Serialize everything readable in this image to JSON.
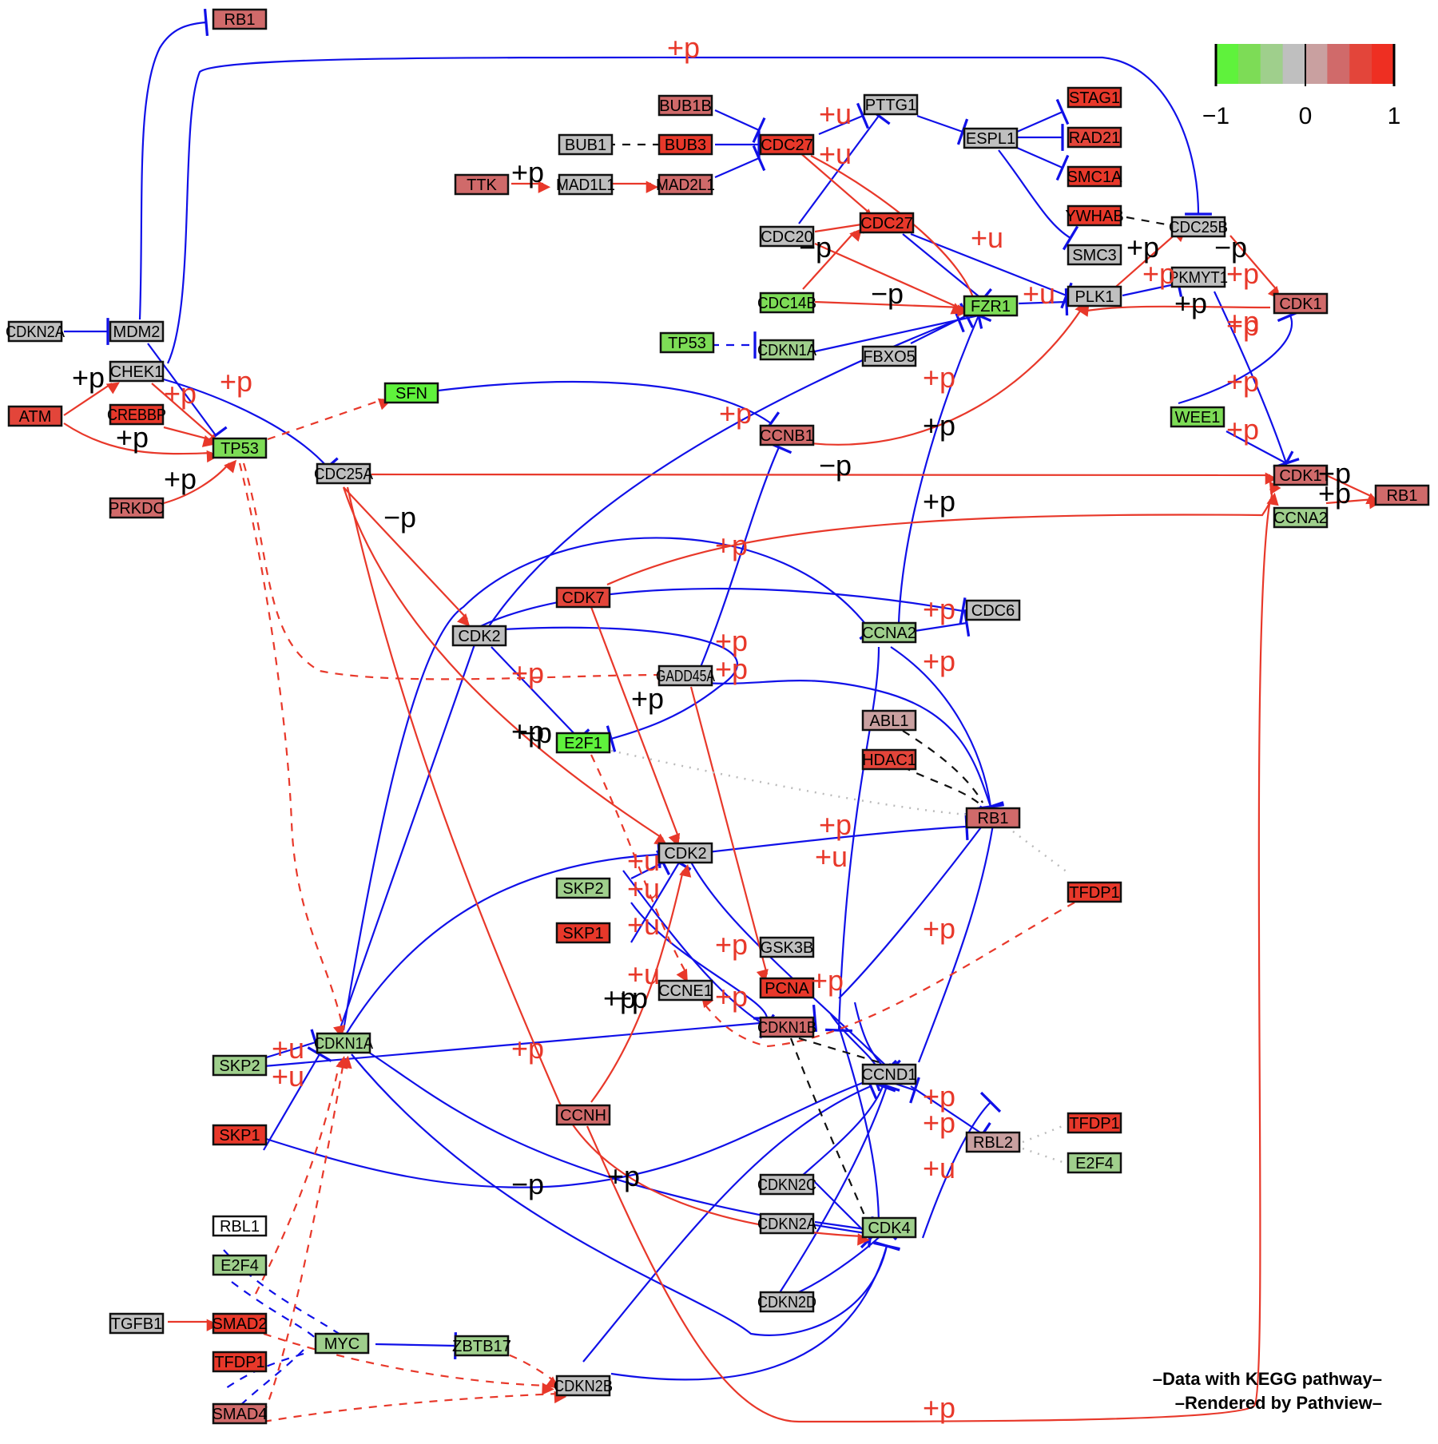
{
  "legend": {
    "ticks": [
      "−1",
      "0",
      "1"
    ],
    "range": [
      -1,
      1
    ],
    "colors": [
      "#5ff23c",
      "#7ddc56",
      "#9fcf8c",
      "#bfbfbf",
      "#c9a0a0",
      "#d06a6a",
      "#e3453a",
      "#ee2f22"
    ]
  },
  "footer": {
    "line1": "–Data with KEGG pathway–",
    "line2": "–Rendered  by  Pathview–"
  },
  "colors": {
    "activation": "#e8382a",
    "inhibition": "#1010e8",
    "binding": "#111111",
    "indirect": "#bbbbbb"
  },
  "nodes": [
    {
      "id": "RB1_top",
      "label": "RB1",
      "value": 0.55,
      "fill": "#d06a6a"
    },
    {
      "id": "BUB1B",
      "label": "BUB1B",
      "value": 0.55,
      "fill": "#d06a6a"
    },
    {
      "id": "BUB1",
      "label": "BUB1",
      "value": 0,
      "fill": "#bfbfbf"
    },
    {
      "id": "BUB3",
      "label": "BUB3",
      "value": 0.9,
      "fill": "#e8382a"
    },
    {
      "id": "TTK",
      "label": "TTK",
      "value": 0.55,
      "fill": "#d06a6a"
    },
    {
      "id": "MAD1L1",
      "label": "MAD1L1",
      "value": 0,
      "fill": "#bfbfbf"
    },
    {
      "id": "MAD2L1",
      "label": "MAD2L1",
      "value": 0.55,
      "fill": "#d06a6a"
    },
    {
      "id": "CDC27_a",
      "label": "CDC27",
      "value": 0.9,
      "fill": "#e8382a"
    },
    {
      "id": "PTTG1",
      "label": "PTTG1",
      "value": 0,
      "fill": "#bfbfbf"
    },
    {
      "id": "ESPL1",
      "label": "ESPL1",
      "value": 0,
      "fill": "#bfbfbf"
    },
    {
      "id": "STAG1",
      "label": "STAG1",
      "value": 0.9,
      "fill": "#e8382a"
    },
    {
      "id": "RAD21",
      "label": "RAD21",
      "value": 0.75,
      "fill": "#e3453a"
    },
    {
      "id": "SMC1A",
      "label": "SMC1A",
      "value": 0.9,
      "fill": "#e8382a"
    },
    {
      "id": "YWHAB",
      "label": "YWHAB",
      "value": 0.9,
      "fill": "#e8382a"
    },
    {
      "id": "CDC25B",
      "label": "CDC25B",
      "value": 0,
      "fill": "#bfbfbf"
    },
    {
      "id": "SMC3",
      "label": "SMC3",
      "value": 0,
      "fill": "#bfbfbf"
    },
    {
      "id": "CDC20",
      "label": "CDC20",
      "value": 0,
      "fill": "#bfbfbf"
    },
    {
      "id": "CDC27_b",
      "label": "CDC27",
      "value": 0.9,
      "fill": "#e8382a"
    },
    {
      "id": "CDC14B",
      "label": "CDC14B",
      "value": -0.6,
      "fill": "#7ddc56"
    },
    {
      "id": "FZR1",
      "label": "FZR1",
      "value": -0.6,
      "fill": "#7ddc56"
    },
    {
      "id": "PLK1",
      "label": "PLK1",
      "value": 0,
      "fill": "#bfbfbf"
    },
    {
      "id": "PKMYT1",
      "label": "PKMYT1",
      "value": 0,
      "fill": "#bfbfbf"
    },
    {
      "id": "CDK1_a",
      "label": "CDK1",
      "value": 0.55,
      "fill": "#d06a6a"
    },
    {
      "id": "TP53_a",
      "label": "TP53",
      "value": -0.6,
      "fill": "#7ddc56"
    },
    {
      "id": "CDKN1A_a",
      "label": "CDKN1A",
      "value": -0.3,
      "fill": "#9fcf8c"
    },
    {
      "id": "FBXO5",
      "label": "FBXO5",
      "value": 0,
      "fill": "#bfbfbf"
    },
    {
      "id": "CDKN2A_a",
      "label": "CDKN2A",
      "value": 0,
      "fill": "#bfbfbf"
    },
    {
      "id": "MDM2",
      "label": "MDM2",
      "value": 0,
      "fill": "#bfbfbf"
    },
    {
      "id": "CHEK1",
      "label": "CHEK1",
      "value": 0,
      "fill": "#bfbfbf"
    },
    {
      "id": "ATM",
      "label": "ATM",
      "value": 0.75,
      "fill": "#e3453a"
    },
    {
      "id": "CREBBP",
      "label": "CREBBP",
      "value": 0.9,
      "fill": "#e8382a"
    },
    {
      "id": "TP53_b",
      "label": "TP53",
      "value": -0.6,
      "fill": "#7ddc56"
    },
    {
      "id": "PRKDC",
      "label": "PRKDC",
      "value": 0.55,
      "fill": "#d06a6a"
    },
    {
      "id": "SFN",
      "label": "SFN",
      "value": -0.9,
      "fill": "#5ff23c"
    },
    {
      "id": "CDC25A",
      "label": "CDC25A",
      "value": 0,
      "fill": "#bfbfbf"
    },
    {
      "id": "CCNB1",
      "label": "CCNB1",
      "value": 0.55,
      "fill": "#d06a6a"
    },
    {
      "id": "WEE1",
      "label": "WEE1",
      "value": -0.6,
      "fill": "#7ddc56"
    },
    {
      "id": "CDK1_b",
      "label": "CDK1",
      "value": 0.55,
      "fill": "#d06a6a"
    },
    {
      "id": "CCNA2_a",
      "label": "CCNA2",
      "value": -0.3,
      "fill": "#9fcf8c"
    },
    {
      "id": "RB1_right",
      "label": "RB1",
      "value": 0.55,
      "fill": "#d06a6a"
    },
    {
      "id": "CDK7",
      "label": "CDK7",
      "value": 0.75,
      "fill": "#e3453a"
    },
    {
      "id": "CDK2_a",
      "label": "CDK2",
      "value": 0,
      "fill": "#bfbfbf"
    },
    {
      "id": "CCNA2_b",
      "label": "CCNA2",
      "value": -0.3,
      "fill": "#9fcf8c"
    },
    {
      "id": "CDC6",
      "label": "CDC6",
      "value": 0,
      "fill": "#bfbfbf"
    },
    {
      "id": "GADD45A",
      "label": "GADD45A",
      "value": 0,
      "fill": "#bfbfbf"
    },
    {
      "id": "E2F1",
      "label": "E2F1",
      "value": -0.9,
      "fill": "#5ff23c"
    },
    {
      "id": "ABL1",
      "label": "ABL1",
      "value": 0.3,
      "fill": "#c9a0a0"
    },
    {
      "id": "HDAC1",
      "label": "HDAC1",
      "value": 0.75,
      "fill": "#e3453a"
    },
    {
      "id": "RB1_mid",
      "label": "RB1",
      "value": 0.55,
      "fill": "#d06a6a"
    },
    {
      "id": "CDK2_b",
      "label": "CDK2",
      "value": 0,
      "fill": "#bfbfbf"
    },
    {
      "id": "TFDP1_a",
      "label": "TFDP1",
      "value": 0.9,
      "fill": "#e8382a"
    },
    {
      "id": "SKP2_a",
      "label": "SKP2",
      "value": -0.3,
      "fill": "#9fcf8c"
    },
    {
      "id": "SKP1_a",
      "label": "SKP1",
      "value": 0.9,
      "fill": "#e8382a"
    },
    {
      "id": "GSK3B",
      "label": "GSK3B",
      "value": 0,
      "fill": "#bfbfbf"
    },
    {
      "id": "CCNE1",
      "label": "CCNE1",
      "value": 0,
      "fill": "#bfbfbf"
    },
    {
      "id": "PCNA",
      "label": "PCNA",
      "value": 0.9,
      "fill": "#e8382a"
    },
    {
      "id": "CDKN1B",
      "label": "CDKN1B",
      "value": 0.55,
      "fill": "#d06a6a"
    },
    {
      "id": "CDKN1A_b",
      "label": "CDKN1A",
      "value": -0.3,
      "fill": "#9fcf8c"
    },
    {
      "id": "SKP2_b",
      "label": "SKP2",
      "value": -0.3,
      "fill": "#9fcf8c"
    },
    {
      "id": "CCND1",
      "label": "CCND1",
      "value": 0,
      "fill": "#bfbfbf"
    },
    {
      "id": "CCNH",
      "label": "CCNH",
      "value": 0.55,
      "fill": "#d06a6a"
    },
    {
      "id": "SKP1_b",
      "label": "SKP1",
      "value": 0.9,
      "fill": "#e8382a"
    },
    {
      "id": "RBL2",
      "label": "RBL2",
      "value": 0.3,
      "fill": "#c9a0a0"
    },
    {
      "id": "TFDP1_b",
      "label": "TFDP1",
      "value": 0.9,
      "fill": "#e8382a"
    },
    {
      "id": "E2F4_a",
      "label": "E2F4",
      "value": -0.3,
      "fill": "#9fcf8c"
    },
    {
      "id": "CDKN2C",
      "label": "CDKN2C",
      "value": 0,
      "fill": "#bfbfbf"
    },
    {
      "id": "CDKN2A_b",
      "label": "CDKN2A",
      "value": 0,
      "fill": "#bfbfbf"
    },
    {
      "id": "CDK4",
      "label": "CDK4",
      "value": -0.3,
      "fill": "#9fcf8c"
    },
    {
      "id": "RBL1",
      "label": "RBL1",
      "value": null,
      "fill": "#ffffff"
    },
    {
      "id": "E2F4_b",
      "label": "E2F4",
      "value": -0.3,
      "fill": "#9fcf8c"
    },
    {
      "id": "CDKN2D",
      "label": "CDKN2D",
      "value": 0,
      "fill": "#bfbfbf"
    },
    {
      "id": "TGFB1",
      "label": "TGFB1",
      "value": 0,
      "fill": "#bfbfbf"
    },
    {
      "id": "SMAD2",
      "label": "SMAD2",
      "value": 0.9,
      "fill": "#e8382a"
    },
    {
      "id": "MYC",
      "label": "MYC",
      "value": -0.3,
      "fill": "#9fcf8c"
    },
    {
      "id": "ZBTB17",
      "label": "ZBTB17",
      "value": -0.3,
      "fill": "#9fcf8c"
    },
    {
      "id": "TFDP1_c",
      "label": "TFDP1",
      "value": 0.9,
      "fill": "#e8382a"
    },
    {
      "id": "CDKN2B",
      "label": "CDKN2B",
      "value": 0,
      "fill": "#bfbfbf"
    },
    {
      "id": "SMAD4",
      "label": "SMAD4",
      "value": 0.55,
      "fill": "#d06a6a"
    }
  ],
  "edge_labels": [
    {
      "text": "+p",
      "color": "red"
    },
    {
      "text": "+u",
      "color": "red"
    },
    {
      "text": "+u",
      "color": "red"
    },
    {
      "text": "+p",
      "color": "black"
    },
    {
      "text": "+u",
      "color": "red"
    },
    {
      "text": "−p",
      "color": "black"
    },
    {
      "text": "−p",
      "color": "black"
    },
    {
      "text": "+u",
      "color": "red"
    },
    {
      "text": "+p",
      "color": "black"
    },
    {
      "text": "+p",
      "color": "red"
    },
    {
      "text": "−p",
      "color": "black"
    },
    {
      "text": "+p",
      "color": "red"
    },
    {
      "text": "+p",
      "color": "black"
    },
    {
      "text": "+p",
      "color": "red"
    },
    {
      "text": "+p",
      "color": "red"
    },
    {
      "text": "+p",
      "color": "red"
    },
    {
      "text": "+p",
      "color": "red"
    },
    {
      "text": "+p",
      "color": "black"
    },
    {
      "text": "+p",
      "color": "black"
    },
    {
      "text": "+p",
      "color": "red"
    },
    {
      "text": "+p",
      "color": "black"
    },
    {
      "text": "+p",
      "color": "black"
    },
    {
      "text": "+p",
      "color": "black"
    },
    {
      "text": "+p",
      "color": "red"
    },
    {
      "text": "+p",
      "color": "red"
    },
    {
      "text": "+p",
      "color": "black"
    },
    {
      "text": "−p",
      "color": "black"
    },
    {
      "text": "+p",
      "color": "black"
    },
    {
      "text": "−p",
      "color": "black"
    },
    {
      "text": "+p",
      "color": "black"
    },
    {
      "text": "+p",
      "color": "black"
    },
    {
      "text": "+p",
      "color": "red"
    },
    {
      "text": "+p",
      "color": "red"
    },
    {
      "text": "+p",
      "color": "red"
    },
    {
      "text": "+p",
      "color": "red"
    },
    {
      "text": "+p",
      "color": "red"
    },
    {
      "text": "+p",
      "color": "red"
    },
    {
      "text": "+p",
      "color": "black"
    },
    {
      "text": "−p",
      "color": "black"
    },
    {
      "text": "+p",
      "color": "red"
    },
    {
      "text": "+p",
      "color": "red"
    },
    {
      "text": "+u",
      "color": "red"
    },
    {
      "text": "+u",
      "color": "red"
    },
    {
      "text": "+u",
      "color": "red"
    },
    {
      "text": "+p",
      "color": "red"
    },
    {
      "text": "+p",
      "color": "red"
    },
    {
      "text": "+u",
      "color": "red"
    },
    {
      "text": "+p",
      "color": "black"
    },
    {
      "text": "+p",
      "color": "red"
    },
    {
      "text": "+p",
      "color": "red"
    },
    {
      "text": "+u",
      "color": "red"
    },
    {
      "text": "+u",
      "color": "red"
    },
    {
      "text": "+u",
      "color": "red"
    },
    {
      "text": "+p",
      "color": "red"
    },
    {
      "text": "+p",
      "color": "red"
    },
    {
      "text": "+p",
      "color": "red"
    },
    {
      "text": "+u",
      "color": "red"
    },
    {
      "text": "−p",
      "color": "black"
    },
    {
      "text": "+p",
      "color": "black"
    },
    {
      "text": "+p",
      "color": "red"
    }
  ]
}
